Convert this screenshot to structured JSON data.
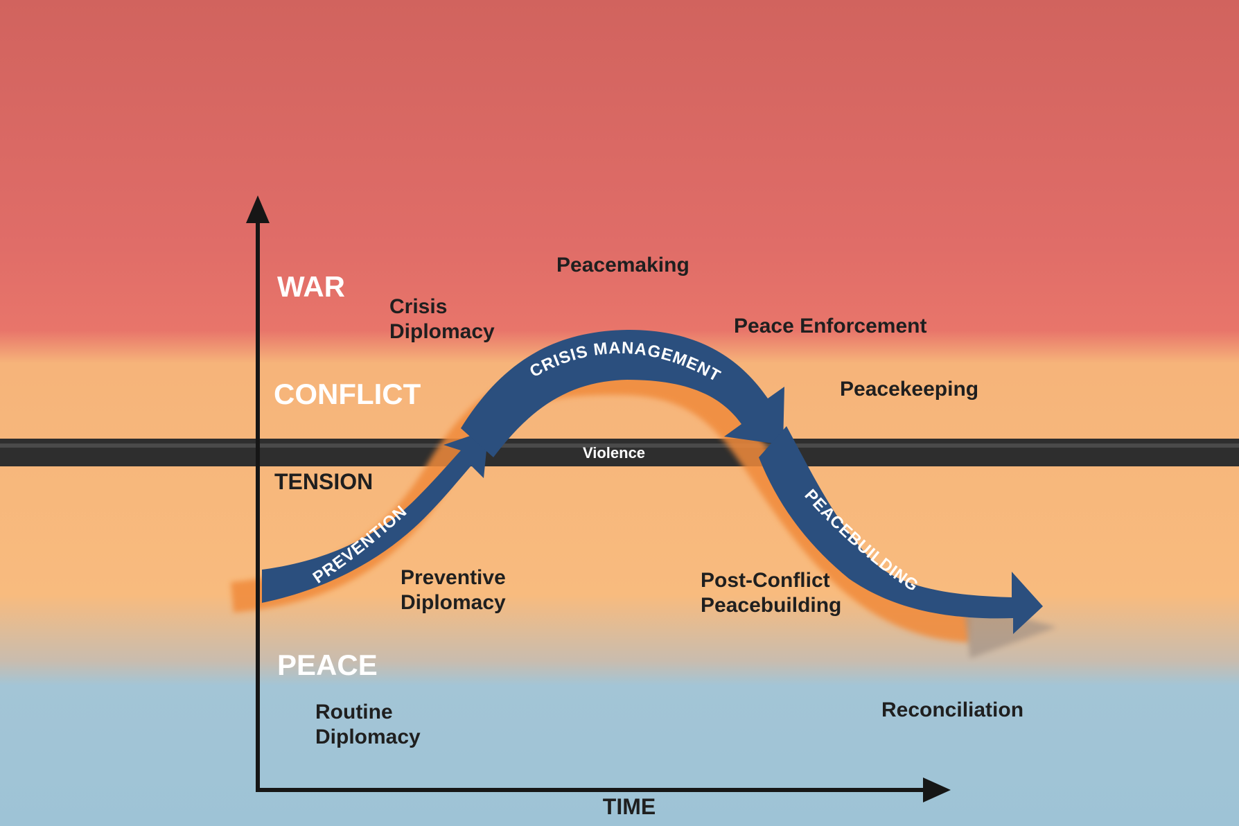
{
  "zones": {
    "war": "WAR",
    "conflict": "CONFLICT",
    "tension": "TENSION",
    "peace": "PEACE"
  },
  "axis": {
    "x_label": "TIME"
  },
  "violence_line": {
    "label": "Violence"
  },
  "phases": {
    "prevention": "PREVENTION",
    "crisis_management": "CRISIS MANAGEMENT",
    "peacebuilding": "PEACEBUILDING"
  },
  "activities": {
    "crisis_diplomacy": [
      "Crisis",
      "Diplomacy"
    ],
    "peacemaking": "Peacemaking",
    "peace_enforcement": "Peace Enforcement",
    "peacekeeping": "Peacekeeping",
    "preventive_diplomacy": [
      "Preventive",
      "Diplomacy"
    ],
    "post_conflict_peacebuilding": [
      "Post-Conflict",
      "Peacebuilding"
    ],
    "routine_diplomacy": [
      "Routine",
      "Diplomacy"
    ],
    "reconciliation": "Reconciliation"
  },
  "colors": {
    "war_zone": "#e3706a",
    "conflict_zone": "#f7b87a",
    "peace_zone": "#9fc4d6",
    "arrow_blue": "#2b4f7e",
    "arrow_shadow": "#f08a3a",
    "violence_band": "#2e2e2e",
    "axis": "#161616"
  }
}
